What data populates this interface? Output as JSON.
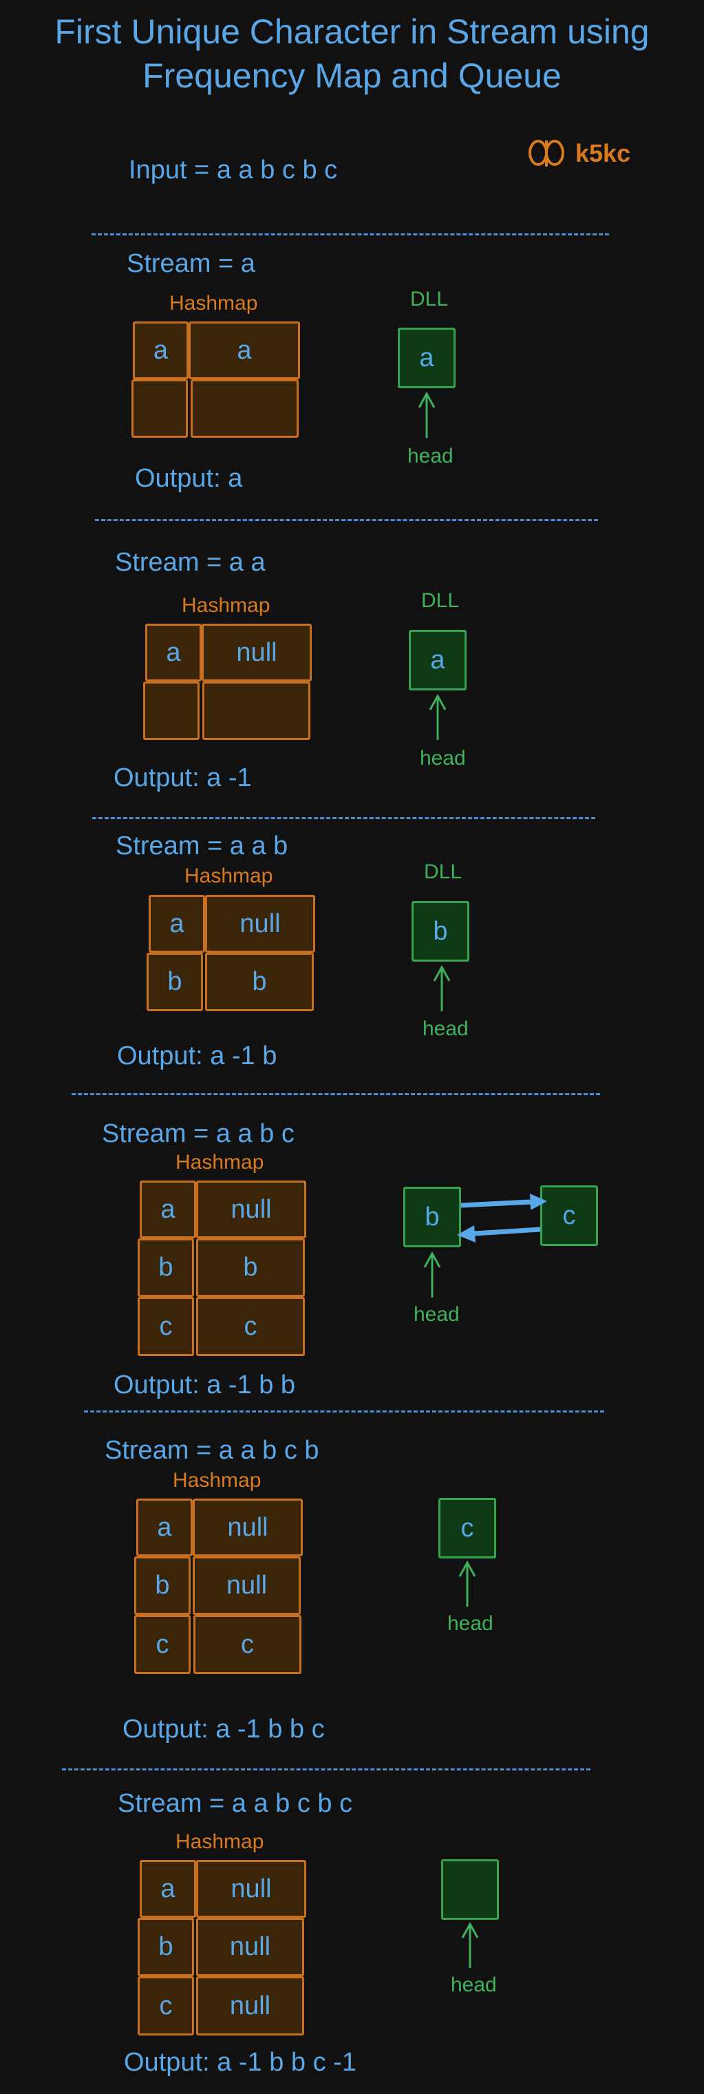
{
  "title_line1": "First Unique Character in Stream using",
  "title_line2": "Frequency Map and Queue",
  "logo_text": "k5kc",
  "input_label": "Input = a a b c b c",
  "hashmap_label": "Hashmap",
  "dll_label": "DLL",
  "head_label": "head",
  "steps": [
    {
      "stream": "Stream = a",
      "rows": [
        [
          "a",
          "a"
        ],
        [
          "",
          ""
        ]
      ],
      "dll": [
        "a"
      ],
      "output": "Output: a"
    },
    {
      "stream": "Stream = a a",
      "rows": [
        [
          "a",
          "null"
        ],
        [
          "",
          ""
        ]
      ],
      "dll": [
        "a"
      ],
      "output": "Output: a -1"
    },
    {
      "stream": "Stream = a a b",
      "rows": [
        [
          "a",
          "null"
        ],
        [
          "b",
          "b"
        ]
      ],
      "dll": [
        "b"
      ],
      "output": "Output: a -1 b"
    },
    {
      "stream": "Stream = a a b c",
      "rows": [
        [
          "a",
          "null"
        ],
        [
          "b",
          "b"
        ],
        [
          "c",
          "c"
        ]
      ],
      "dll": [
        "b",
        "c"
      ],
      "output": "Output: a -1 b b"
    },
    {
      "stream": "Stream = a a b c b",
      "rows": [
        [
          "a",
          "null"
        ],
        [
          "b",
          "null"
        ],
        [
          "c",
          "c"
        ]
      ],
      "dll": [
        "c"
      ],
      "output": "Output: a -1 b b c"
    },
    {
      "stream": "Stream = a a b c b c",
      "rows": [
        [
          "a",
          "null"
        ],
        [
          "b",
          "null"
        ],
        [
          "c",
          "null"
        ]
      ],
      "dll": [
        ""
      ],
      "output": "Output: a -1 b b c -1"
    }
  ],
  "colors": {
    "text_blue": "#5aa7e8",
    "hashmap_orange": "#d97a1d",
    "dll_green": "#3fb05c",
    "background": "#111111"
  }
}
